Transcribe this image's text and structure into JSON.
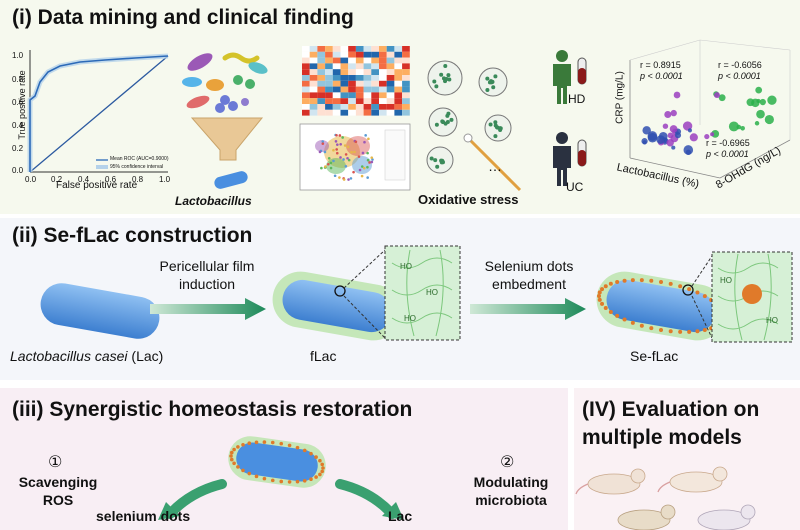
{
  "panel1": {
    "title": "(i) Data mining and clinical finding",
    "roc": {
      "ylabel": "True positive rate",
      "xlabel": "False positive rate",
      "yticks": [
        "1.0",
        "0.8",
        "0.6",
        "0.4",
        "0.2",
        "0.0"
      ],
      "xticks": [
        "0.0",
        "0.2",
        "0.4",
        "0.6",
        "0.8",
        "1.0"
      ],
      "legend1": "Mean ROC (AUC=0.9000)",
      "legend2": "95% confidence interval"
    },
    "bacteria_label": "Lactobacillus",
    "oxidative_label": "Oxidative stress",
    "dots_label": "…",
    "hd_label": "HD",
    "uc_label": "UC",
    "scatter3d": {
      "ylabel": "CRP (mg/L)",
      "xlabel": "Lactobacillus (%)",
      "zlabel": "8-OHdG (ng/L)",
      "r1": "r = 0.8915",
      "p1": "p < 0.0001",
      "r2": "r = -0.6056",
      "p2": "p < 0.0001",
      "r3": "r = -0.6965",
      "p3": "p < 0.0001"
    }
  },
  "panel2": {
    "title": "(ii) Se-fLac construction",
    "arrow1_line1": "Pericellular film",
    "arrow1_line2": "induction",
    "arrow2_line1": "Selenium dots",
    "arrow2_line2": "embedment",
    "lac_label_italic": "Lactobacillus casei",
    "lac_label_rest": " (Lac)",
    "flac_label": "fLac",
    "seflac_label": "Se-fLac",
    "film_label": "HO"
  },
  "panel3": {
    "title": "(iii) Synergistic homeostasis restoration",
    "num1": "①",
    "num2": "②",
    "scavenging_line1": "Scavenging",
    "scavenging_line2": "ROS",
    "modulating_line1": "Modulating",
    "modulating_line2": "microbiota",
    "selenium_label": "selenium dots",
    "lac_label": "Lac"
  },
  "panel4": {
    "title_line1": "(IV) Evaluation on",
    "title_line2": "multiple models"
  },
  "colors": {
    "green_arrow": "#1d8a5a",
    "bacteria_blue": "#4a8fe0",
    "selenium_orange": "#e07a2a",
    "purple": "#9b3fc0",
    "teal": "#2a9d8f"
  }
}
